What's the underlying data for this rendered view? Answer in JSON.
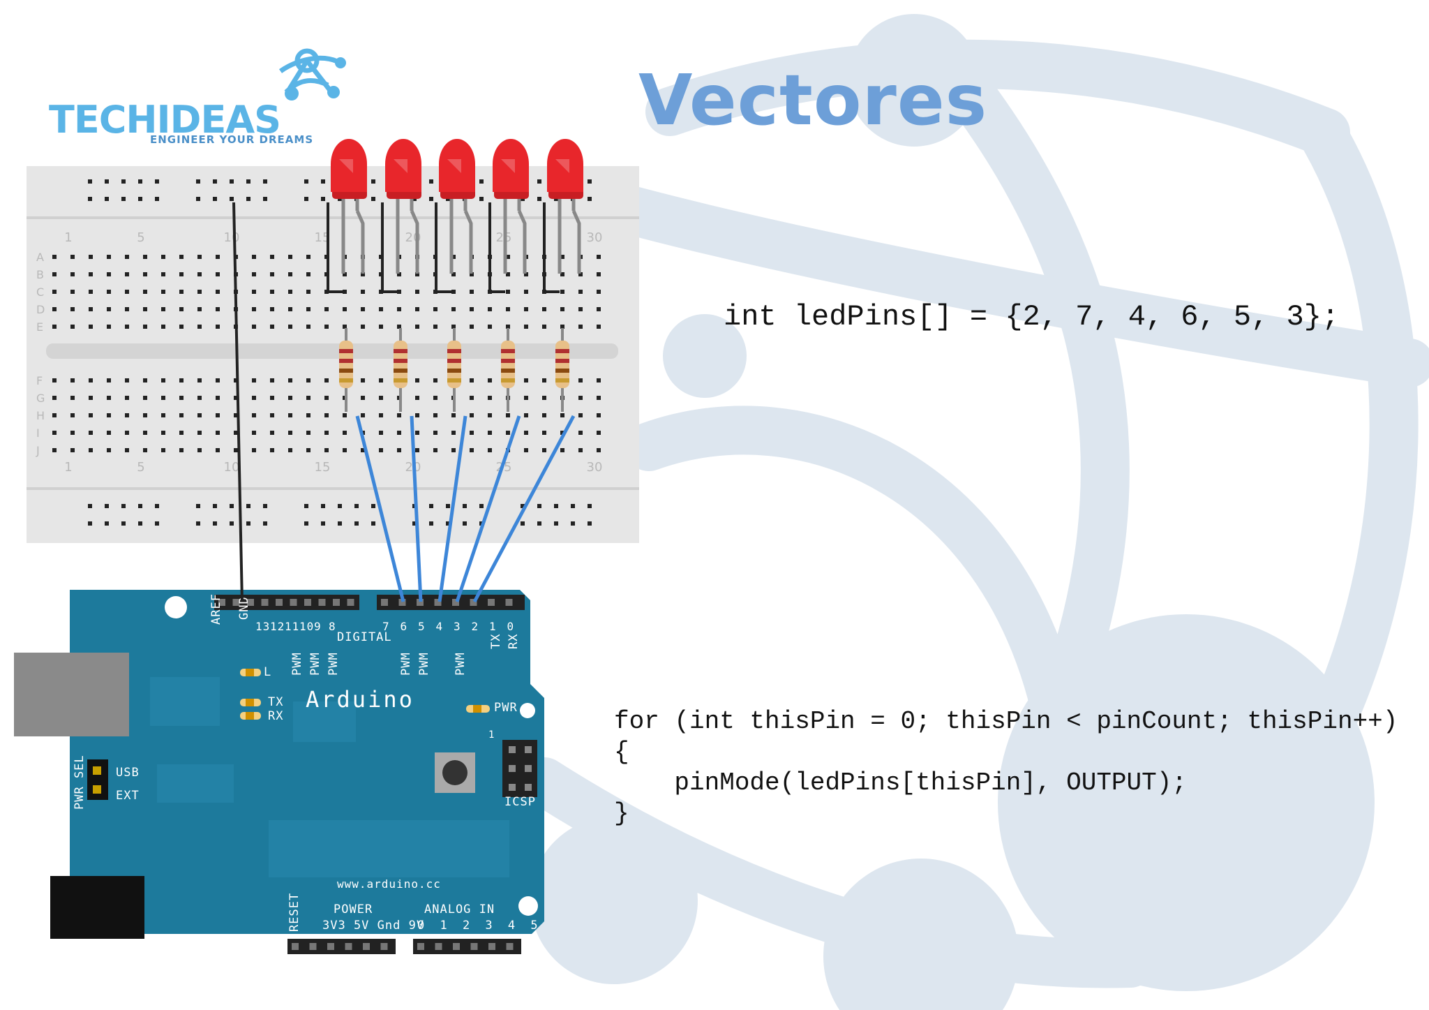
{
  "title": "Vectores",
  "logo": {
    "name": "TECHIDEAS",
    "tagline": "ENGINEER YOUR DREAMS"
  },
  "code": {
    "declaration": "int ledPins[] = {2, 7, 4, 6, 5, 3};",
    "loop_line1": "for (int thisPin = 0; thisPin < pinCount; thisPin++)",
    "loop_line2": "{",
    "loop_line3": "    pinMode(ledPins[thisPin], OUTPUT);",
    "loop_line4": "}"
  },
  "breadboard": {
    "column_labels": [
      "1",
      "5",
      "10",
      "15",
      "20",
      "25",
      "30"
    ],
    "row_labels": [
      "A",
      "B",
      "C",
      "D",
      "E",
      "F",
      "G",
      "H",
      "I",
      "J"
    ]
  },
  "arduino": {
    "label": "Arduino",
    "website": "www.arduino.cc",
    "digital_label": "DIGITAL",
    "aref": "AREF",
    "gnd": "GND",
    "digital_pins": [
      "13",
      "12",
      "11",
      "10",
      "9",
      "8",
      "7",
      "6",
      "5",
      "4",
      "3",
      "2",
      "1",
      "0"
    ],
    "tx_pin": "TX",
    "rx_pin": "RX",
    "pwm": "PWM",
    "led_l": "L",
    "led_tx": "TX",
    "led_rx": "RX",
    "pwr": "PWR",
    "icsp": "ICSP",
    "icsp_pin": "1",
    "pwr_sel": "PWR SEL",
    "usb": "USB",
    "ext": "EXT",
    "reset": "RESET",
    "power_label": "POWER",
    "power_pins": "3V3 5V Gnd 9V",
    "analog_label": "ANALOG IN",
    "analog_pins": "0 1 2 3 4 5"
  },
  "colors": {
    "title": "#6d9fd8",
    "board": "#1d7a9c",
    "led": "#e8262b",
    "wire_blue": "#3d86d8",
    "breadboard": "#e6e6e6",
    "logo": "#5ab4e6"
  }
}
